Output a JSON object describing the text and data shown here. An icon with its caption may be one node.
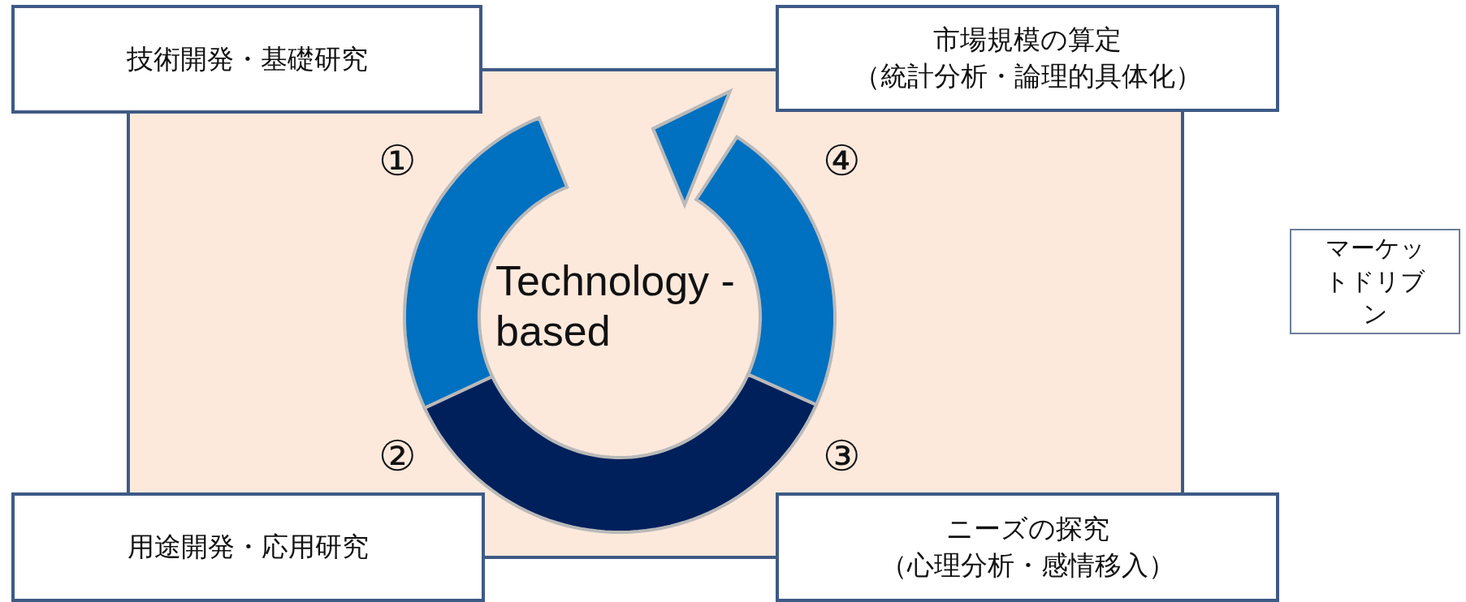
{
  "diagram": {
    "nodes": [
      {
        "text": [
          "技術開発・基礎研究"
        ]
      },
      {
        "text": [
          "市場規模の算定",
          "（統計分析・論理的具体化）"
        ]
      },
      {
        "text": [
          "用途開発・応用研究"
        ]
      },
      {
        "text": [
          "ニーズの探究",
          "（心理分析・感情移入）"
        ]
      },
      {
        "text": [
          "マーケットドリブン"
        ]
      }
    ],
    "labels": [
      "①",
      "④",
      "Technology -based",
      "②",
      "③"
    ]
  }
}
